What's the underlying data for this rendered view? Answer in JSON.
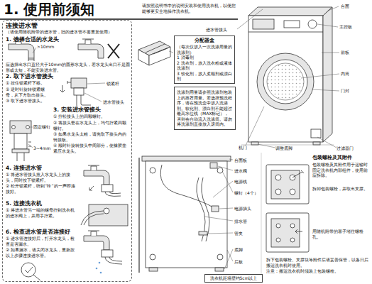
{
  "diagram": {
    "title": "1. 使用前须知",
    "nodes": [
      {
        "text": [
          "连接进水管"
        ]
      },
      {
        "text": [
          "分配器盒",
          "（每次仅放入一次洗涤用量的洗涤剂）",
          "1 消毒剂",
          "2 洗衣剂，放入洗衣粉或液体洗涤剂",
          "3 软化剂，放入柔顺剂或漂白剂"
        ]
      },
      {
        "text": [
          "洗涤剂用量请参照洗涤剂包装上的推荐用量。若选择预洗程序，请在预洗盒中放入洗涤剂。软化剂、漂白剂不能超过最高水位线（MAX标记），否则会自动流入洗涤筒。请勿将洗涤剂直接放入滚筒内。"
        ]
      },
      {
        "text": [
          "洗衣机距墙壁约5cm以上"
        ]
      }
    ],
    "labels": [
      "请按照说明书中的说明安装和使用洗衣机，以便您能够更安全地操作洗衣机。",
      "（请使用随机附带的进水管，旧的进水管不要重复使用）",
      "1. 选择合适的水龙头",
      ">10mm",
      "应选择出水口直径大于10mm的圆形水龙头，若水龙头出口不是圆形或太短，不能安装进水管。",
      "2. 取下进水管接头",
      "① 按住锁紧杆下移。",
      "② 逆时针旋转锁紧螺母，从下方取出接头。",
      "③ 取下进水管接头。",
      "锁紧杆",
      "进水管接头",
      "固定螺钉",
      "3~4mm",
      "3. 安装进水管接头",
      "① 拧松接头上的四颗螺钉。",
      "② 将接头套在水龙头上，均匀拧紧四颗螺钉。",
      "③ 如果水龙头太粗，请先取下接头内的转接板。",
      "④ 顺时针旋转接头中间部分，使橡胶垫紧压水龙头。",
      "4. 连接进水管",
      "① 将进水管接头推入水龙头上的接头，同时按下锁紧杆。",
      "② 松开锁紧杆，听到“咔”的一声即连接好。",
      "5. 连接洗衣机",
      "① 将进水管另一端的螺母拧到洗衣机的进水阀上，并用手拧紧。",
      "6. 检查进水管是否连接好",
      "① 进水管连接好后，打开水龙头，检查是否漏水。",
      "② 如果漏水，请关闭水龙头，重新按以上步骤连接进水管。",
      "进水管接头",
      "台面",
      "主控板",
      "前板",
      "内筒",
      "门封",
      "机门",
      "调整底脚",
      "过滤器门",
      "台面板",
      "进水阀",
      "电源线",
      "螺钉（4个）",
      "电源插头",
      "排水管",
      "管夹",
      "底脚",
      "后板",
      "包装螺栓及其附件",
      "包装螺栓及其附件用于运输时固定洗衣机内部组件，使用前应拆除。",
      "拆卸包装螺栓，并取出支撑。",
      "用随机附带的塞子堵住螺栓孔。",
      "拆下包装螺栓、支撑块等附件后请妥善保管，以备日后搬运洗衣机时使用。",
      "注意：搬运洗衣机时须装上包装螺栓。"
    ]
  }
}
